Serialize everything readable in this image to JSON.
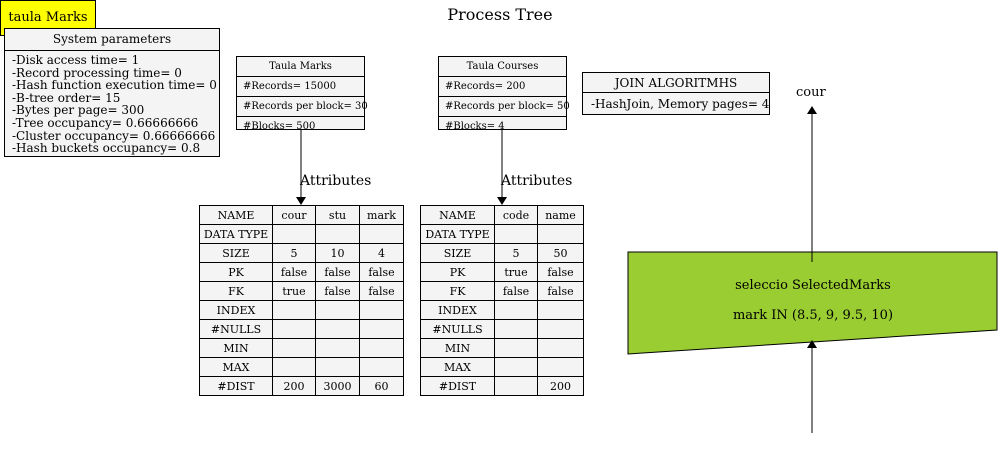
{
  "title": "Process Tree",
  "system_parameters": {
    "header": "System parameters",
    "lines": [
      "-Disk access time= 1",
      "-Record processing time= 0",
      "-Hash function execution time= 0",
      "-B-tree order= 15",
      "-Bytes per page= 300",
      "-Tree occupancy= 0.66666666",
      "-Cluster occupancy= 0.66666666",
      "-Hash buckets occupancy= 0.8"
    ]
  },
  "table_marks": {
    "header": "Taula Marks",
    "records": "#Records= 15000",
    "records_per_block": "#Records per block= 30",
    "blocks": "#Blocks= 500"
  },
  "table_courses": {
    "header": "Taula Courses",
    "records": "#Records= 200",
    "records_per_block": "#Records per block= 50",
    "blocks": "#Blocks= 4"
  },
  "join": {
    "header": "JOIN ALGORITMHS",
    "body": "-HashJoin, Memory pages= 4"
  },
  "attributes_label": "Attributes",
  "attributes_marks": {
    "columns": [
      "NAME",
      "cour",
      "stu",
      "mark"
    ],
    "rows": [
      [
        "DATA TYPE",
        "",
        "",
        ""
      ],
      [
        "SIZE",
        "5",
        "10",
        "4"
      ],
      [
        "PK",
        "false",
        "false",
        "false"
      ],
      [
        "FK",
        "true",
        "false",
        "false"
      ],
      [
        "INDEX",
        "",
        "",
        ""
      ],
      [
        "#NULLS",
        "",
        "",
        ""
      ],
      [
        "MIN",
        "",
        "",
        ""
      ],
      [
        "MAX",
        "",
        "",
        ""
      ],
      [
        "#DIST",
        "200",
        "3000",
        "60"
      ]
    ]
  },
  "attributes_courses": {
    "columns": [
      "NAME",
      "code",
      "name"
    ],
    "rows": [
      [
        "DATA TYPE",
        "",
        ""
      ],
      [
        "SIZE",
        "5",
        "50"
      ],
      [
        "PK",
        "true",
        "false"
      ],
      [
        "FK",
        "false",
        "false"
      ],
      [
        "INDEX",
        "",
        ""
      ],
      [
        "#NULLS",
        "",
        ""
      ],
      [
        "MIN",
        "",
        ""
      ],
      [
        "MAX",
        "",
        ""
      ],
      [
        "#DIST",
        "",
        "200"
      ]
    ]
  },
  "tree": {
    "root_label": "cour",
    "operator_line1": "seleccio SelectedMarks",
    "operator_line2": "mark IN (8.5, 9, 9.5, 10)",
    "operator_color": "#9acd32",
    "leaf_label": "taula Marks",
    "leaf_color": "#ffff00"
  }
}
